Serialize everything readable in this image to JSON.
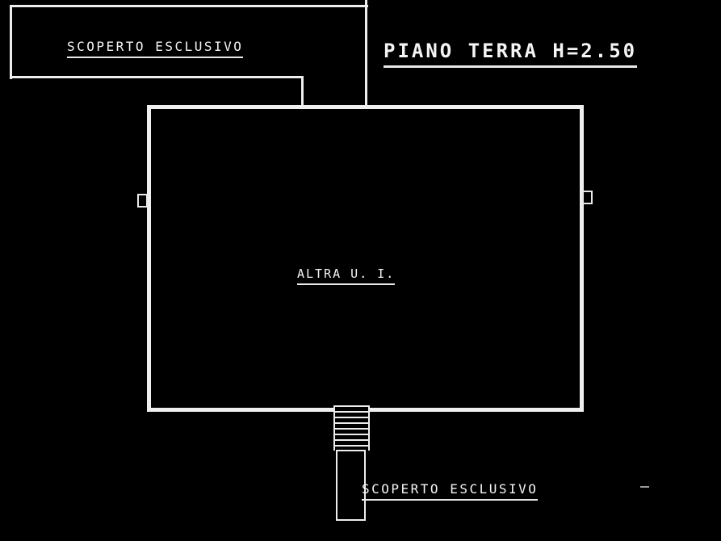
{
  "drawing": {
    "title": "PIANO TERRA H=2.50",
    "room_label": "ALTRA U. I.",
    "courtyard_top_label": "SCOPERTO ESCLUSIVO",
    "courtyard_bottom_label": "SCOPERTO ESCLUSIVO"
  },
  "colors": {
    "background": "#000000",
    "line": "#ededed",
    "text": "#f5f5f5"
  }
}
